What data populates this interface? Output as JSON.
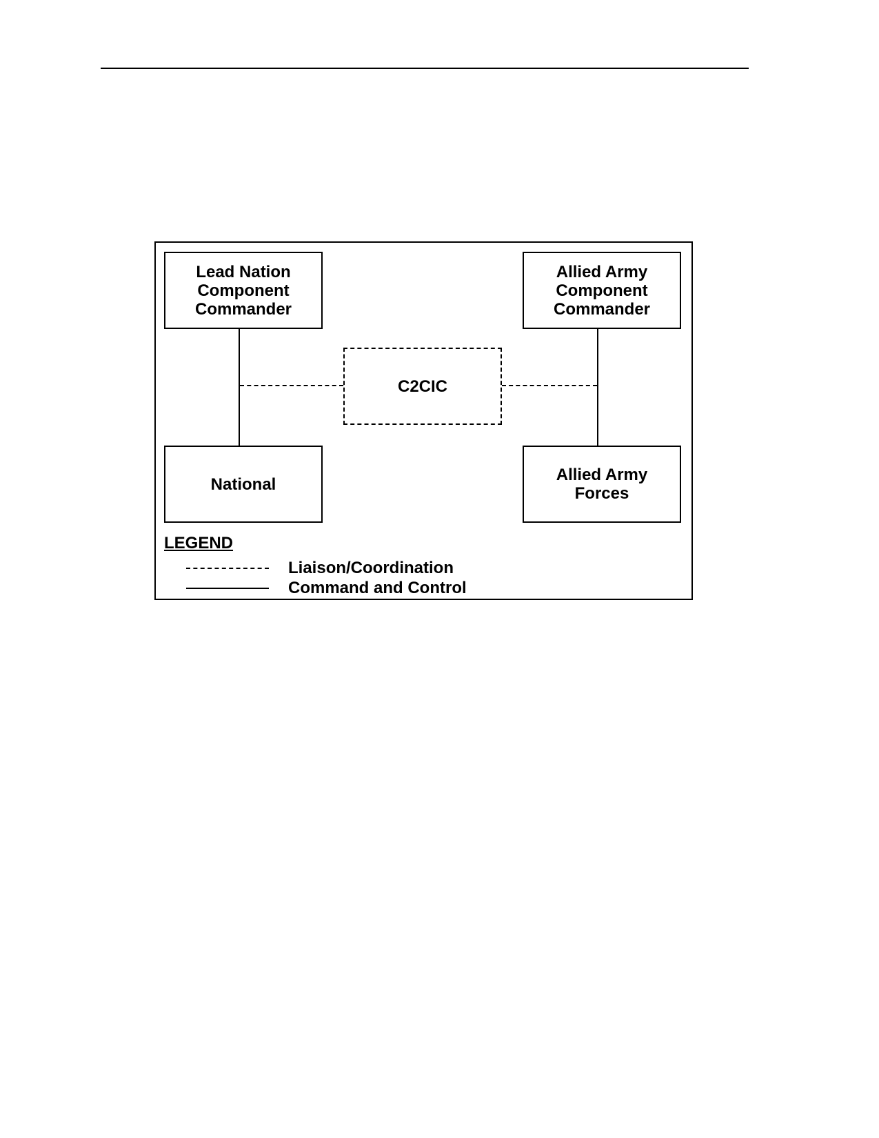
{
  "diagram": {
    "nodes": {
      "lead_nation": "Lead Nation\nComponent\nCommander",
      "allied_army_cc": "Allied Army\nComponent\nCommander",
      "c2cic": "C2CIC",
      "national": "National",
      "allied_army_forces": "Allied Army\nForces"
    },
    "legend": {
      "title": "LEGEND",
      "items": [
        {
          "style": "dashed",
          "label": "Liaison/Coordination"
        },
        {
          "style": "solid",
          "label": "Command and Control"
        }
      ]
    }
  }
}
